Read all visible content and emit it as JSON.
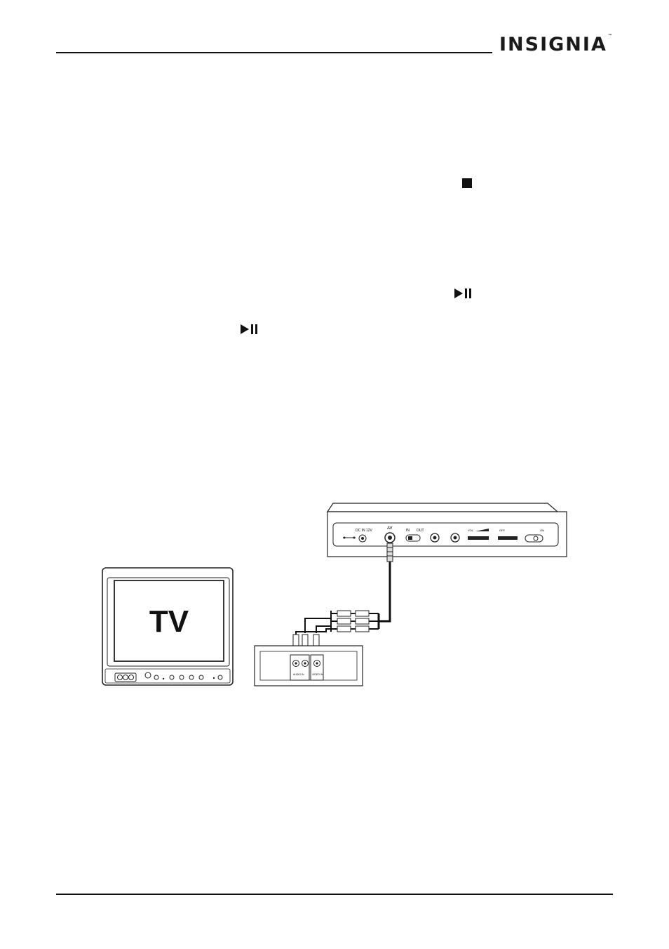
{
  "header": {
    "brand_text": "INSIGNIA",
    "brand_tm": "™"
  },
  "icons": {
    "stop": "stop-icon",
    "play_pause_1": "play-pause-icon",
    "play_pause_2": "play-pause-icon"
  },
  "diagram": {
    "tv_label": "TV",
    "player_labels": {
      "dc_in": "DC IN 12V",
      "av": "AV",
      "in": "IN",
      "out": "OUT",
      "vol": "VOL",
      "off": "OFF",
      "on": "ON"
    },
    "jack_labels": {
      "audio_in": "AUDIO IN",
      "video_in": "VIDEO IN"
    }
  }
}
